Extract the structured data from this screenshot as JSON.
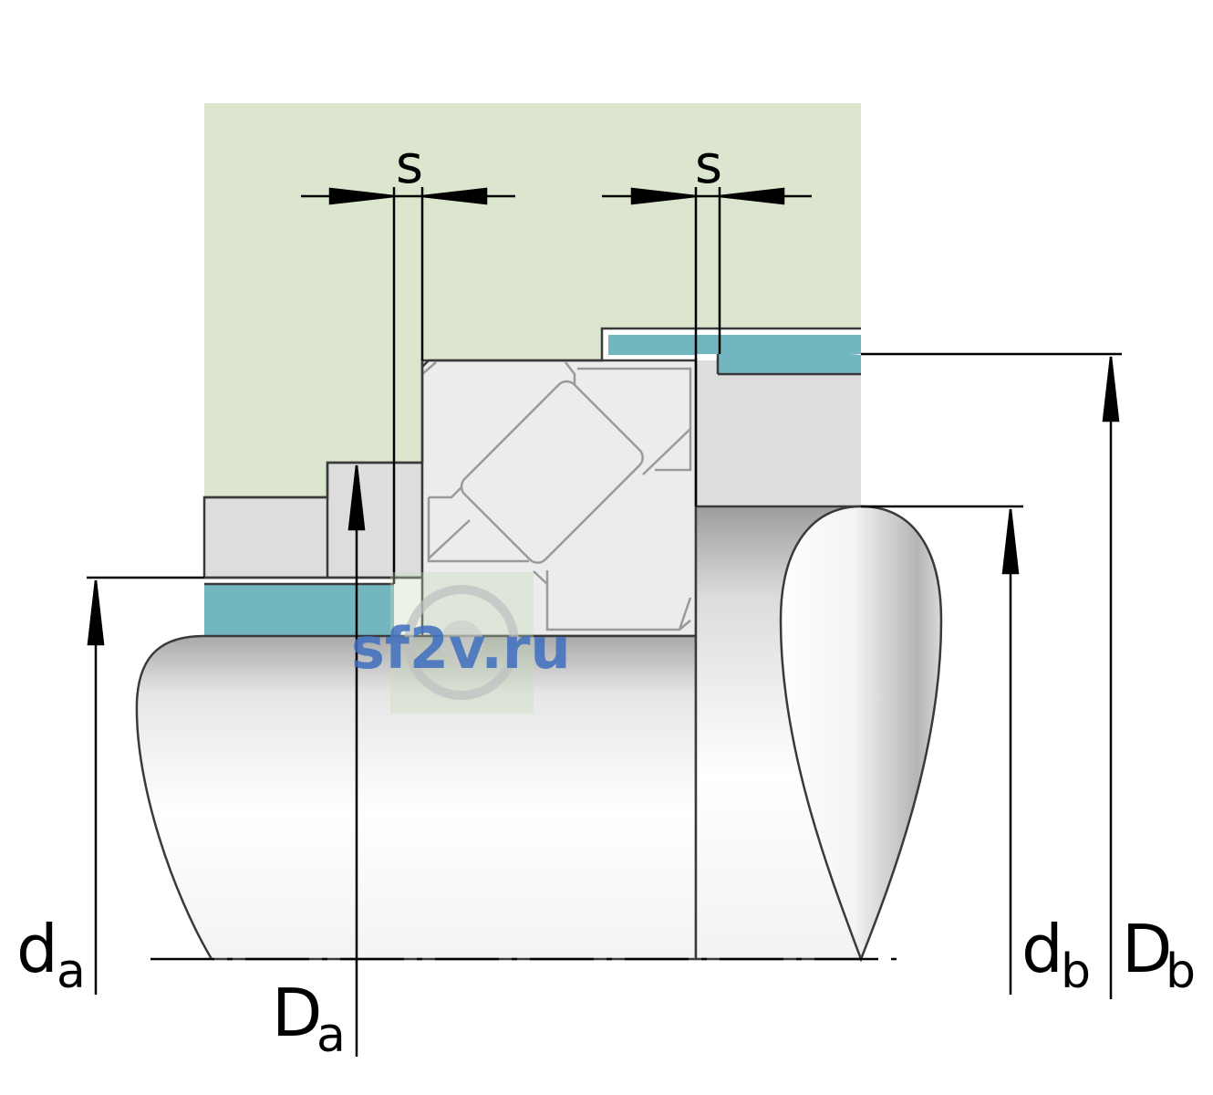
{
  "labels": {
    "clearance_left": "s",
    "clearance_right": "s",
    "d_a_main": "d",
    "d_a_sub": "a",
    "D_a_main": "D",
    "D_a_sub": "a",
    "d_b_main": "d",
    "d_b_sub": "b",
    "D_b_main": "D",
    "D_b_sub": "b"
  },
  "watermark": "sf2v.ru",
  "colors": {
    "housing": "#dce6cf",
    "bearing_ring": "#ececec",
    "spacer": "#dddddd",
    "seal": "#72b6c0",
    "outline": "#3a3a3a"
  }
}
